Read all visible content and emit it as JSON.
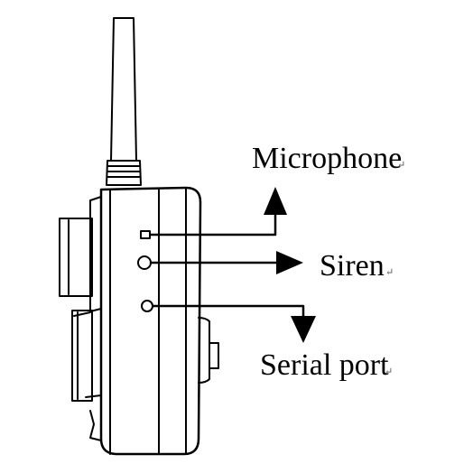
{
  "labels": {
    "microphone": "Microphone",
    "siren": "Siren",
    "serial_port": "Serial port"
  },
  "paragraph_mark": "↵",
  "colors": {
    "line": "#000000",
    "background": "#ffffff"
  },
  "icons": [
    "antenna",
    "radio-body",
    "belt-clip",
    "arrow-up",
    "arrow-right",
    "arrow-down"
  ]
}
